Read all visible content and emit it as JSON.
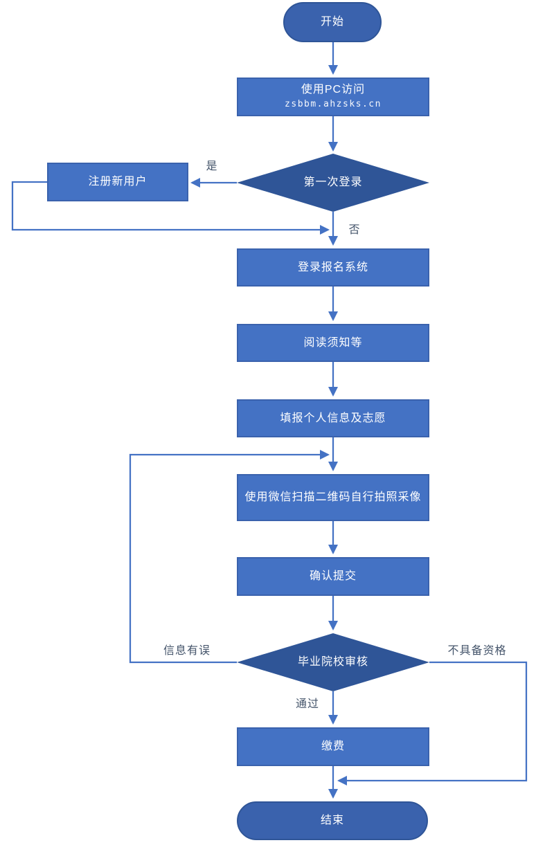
{
  "colors": {
    "process_fill": "#4472C4",
    "process_border": "#3A62AD",
    "decision_fill": "#2F5597",
    "terminator_fill": "#3A62AD",
    "terminator_border": "#2F5597",
    "connector": "#4472C4",
    "edge_label_color": "#44546A",
    "node_text_color": "#FFFFFF"
  },
  "nodes": {
    "start": {
      "type": "terminator",
      "label": "开始"
    },
    "pc_access": {
      "type": "process",
      "label": "使用PC访问",
      "sublabel": "zsbbm.ahzsks.cn"
    },
    "first_login": {
      "type": "decision",
      "label": "第一次登录"
    },
    "register": {
      "type": "process",
      "label": "注册新用户"
    },
    "login": {
      "type": "process",
      "label": "登录报名系统"
    },
    "read_notice": {
      "type": "process",
      "label": "阅读须知等"
    },
    "fill_info": {
      "type": "process",
      "label": "填报个人信息及志愿"
    },
    "wechat_photo": {
      "type": "process",
      "label": "使用微信扫描二维码自行拍照采像"
    },
    "confirm_submit": {
      "type": "process",
      "label": "确认提交"
    },
    "school_review": {
      "type": "decision",
      "label": "毕业院校审核"
    },
    "pay": {
      "type": "process",
      "label": "缴费"
    },
    "end": {
      "type": "terminator",
      "label": "结束"
    }
  },
  "edges": {
    "yes": "是",
    "no": "否",
    "info_error": "信息有误",
    "not_qualified": "不具备资格",
    "pass": "通过"
  }
}
